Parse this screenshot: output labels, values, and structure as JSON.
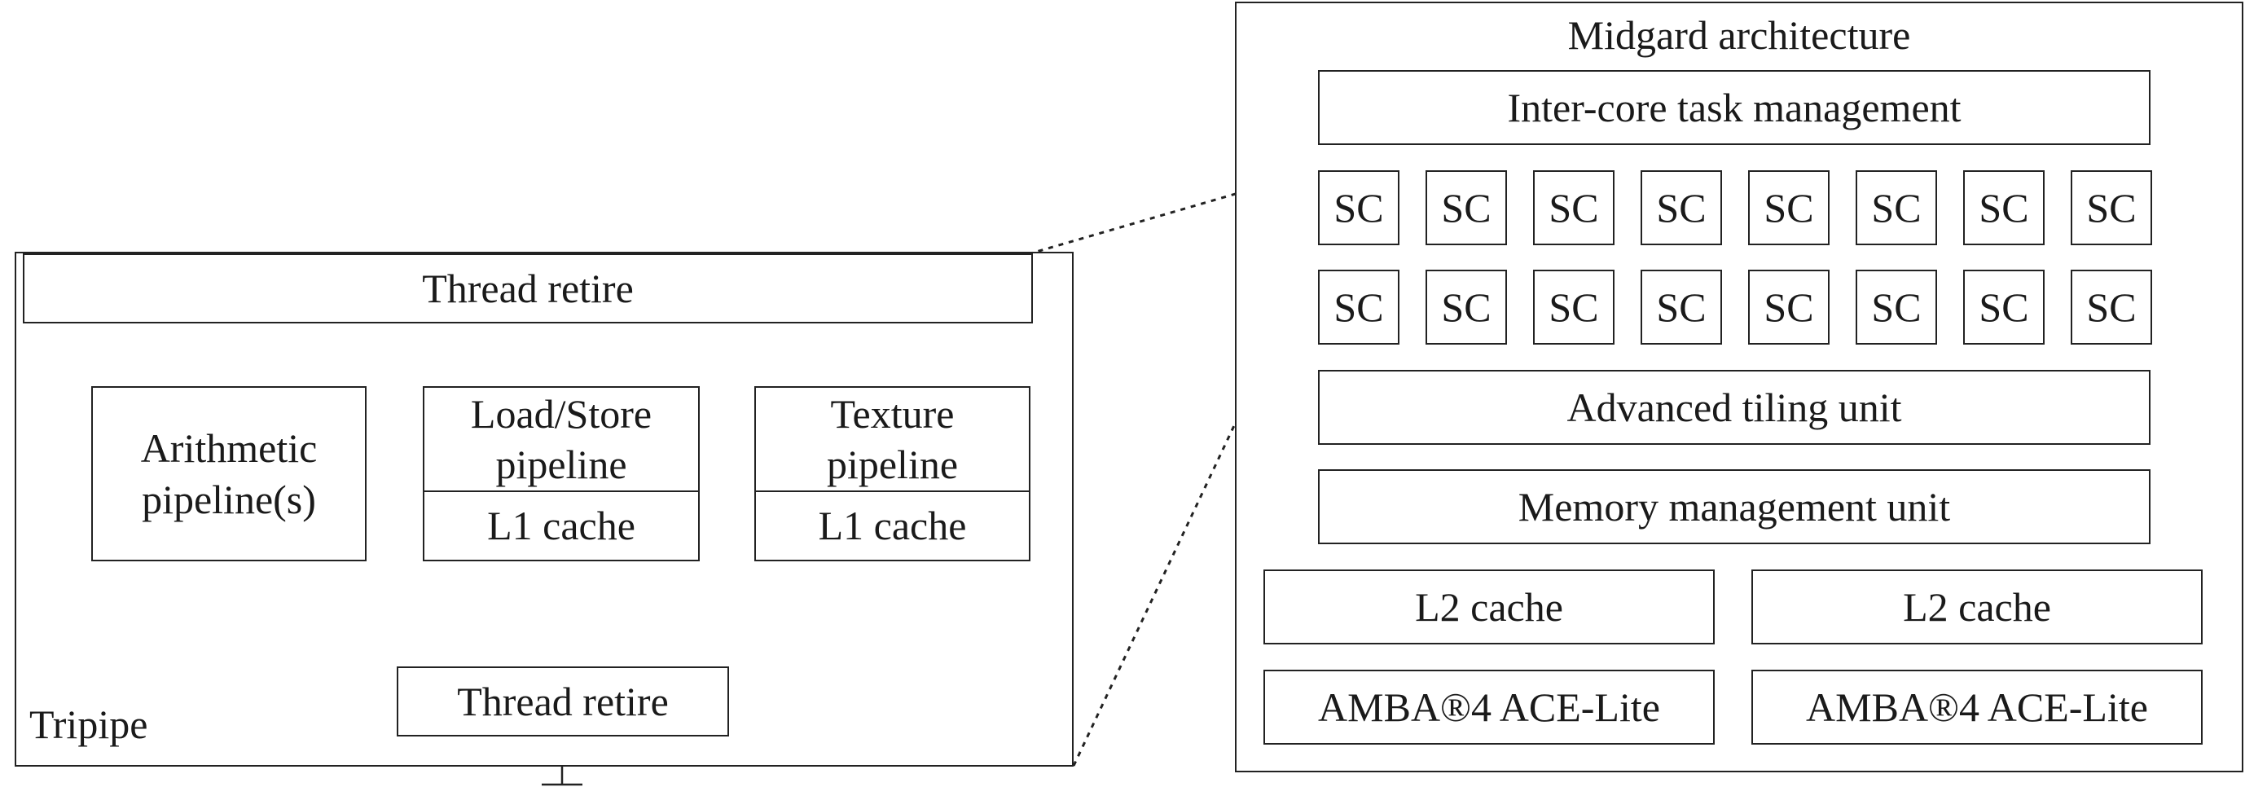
{
  "tripipe": {
    "label": "Tripipe",
    "top_retire": "Thread retire",
    "arithmetic": "Arithmetic\npipeline(s)",
    "loadstore": "Load/Store\npipeline",
    "loadstore_cache": "L1 cache",
    "texture": "Texture\npipeline",
    "texture_cache": "L1 cache",
    "bottom_retire": "Thread retire"
  },
  "midgard": {
    "title": "Midgard architecture",
    "task_mgmt": "Inter-core task management",
    "shader_core_label": "SC",
    "shader_core_rows": 2,
    "shader_cores_per_row": 8,
    "tiling": "Advanced tiling unit",
    "mmu": "Memory management unit",
    "l2_left": "L2 cache",
    "l2_right": "L2 cache",
    "amba_left": "AMBA®4 ACE-Lite",
    "amba_right": "AMBA®4 ACE-Lite"
  },
  "colors": {
    "line": "#222222",
    "text": "#1a1a1a",
    "background": "#ffffff"
  }
}
